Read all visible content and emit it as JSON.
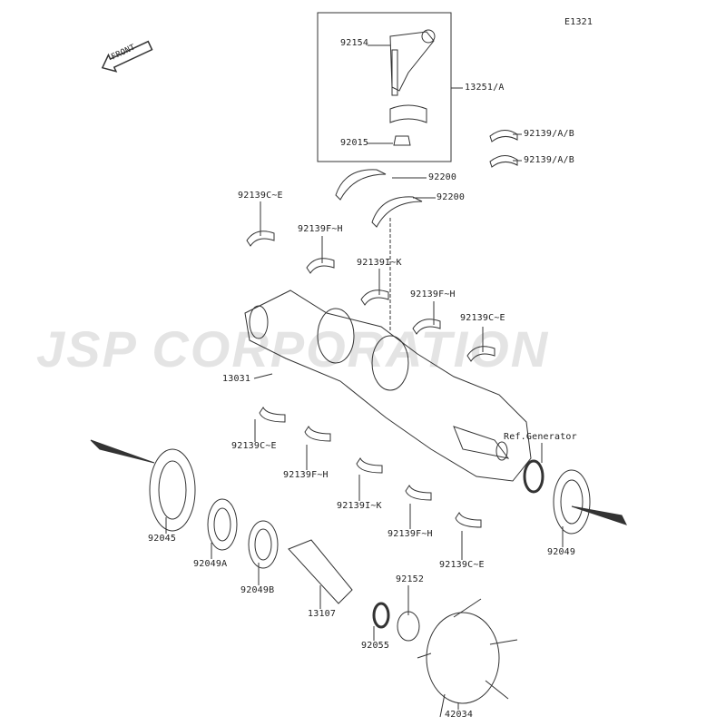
{
  "diagram": {
    "code": "E1321",
    "front_label": "FRONT",
    "watermark": "JSP CORPORATION",
    "labels": [
      "92154",
      "13251/A",
      "92015",
      "92139/A/B",
      "92139/A/B",
      "92200",
      "92200",
      "92139C~E",
      "92139F~H",
      "92139I~K",
      "92139F~H",
      "92139C~E",
      "13031",
      "92139C~E",
      "92139F~H",
      "92139I~K",
      "Ref.Generator",
      "92139F~H",
      "92139C~E",
      "92049",
      "92045",
      "92049A",
      "92049B",
      "13107",
      "92152",
      "92055",
      "42034"
    ]
  }
}
